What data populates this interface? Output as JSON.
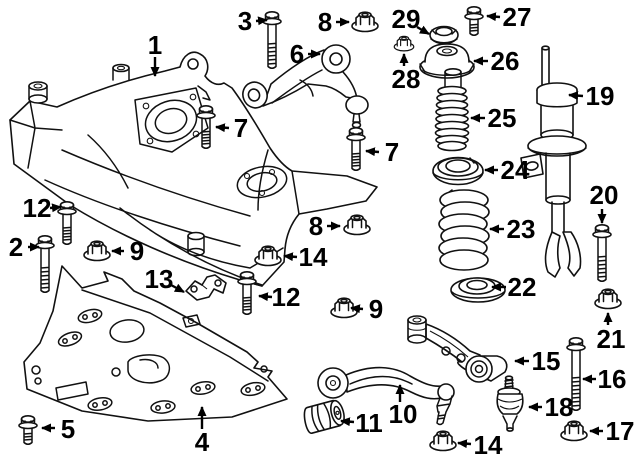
{
  "colors": {
    "background": "#ffffff",
    "line_art": "#111111",
    "label_text": "#000000"
  },
  "diagram": {
    "type": "exploded-parts-diagram",
    "subject": "Automotive front suspension components",
    "callouts": [
      {
        "label": "1",
        "part": "subframe-crossmember"
      },
      {
        "label": "2",
        "part": "bolt"
      },
      {
        "label": "3",
        "part": "bolt"
      },
      {
        "label": "4",
        "part": "skid-plate"
      },
      {
        "label": "5",
        "part": "bolt"
      },
      {
        "label": "6",
        "part": "upper-control-arm"
      },
      {
        "label": "7",
        "part": "bolt"
      },
      {
        "label": "7",
        "part": "bolt"
      },
      {
        "label": "8",
        "part": "flange-nut"
      },
      {
        "label": "8",
        "part": "flange-nut"
      },
      {
        "label": "9",
        "part": "flange-nut"
      },
      {
        "label": "9",
        "part": "flange-nut"
      },
      {
        "label": "10",
        "part": "lower-control-arm"
      },
      {
        "label": "11",
        "part": "bushing"
      },
      {
        "label": "12",
        "part": "bolt"
      },
      {
        "label": "12",
        "part": "bolt"
      },
      {
        "label": "13",
        "part": "bracket"
      },
      {
        "label": "14",
        "part": "flange-nut"
      },
      {
        "label": "14",
        "part": "flange-nut"
      },
      {
        "label": "15",
        "part": "rear-lower-control-arm"
      },
      {
        "label": "16",
        "part": "bolt"
      },
      {
        "label": "17",
        "part": "flange-nut"
      },
      {
        "label": "18",
        "part": "ball-joint"
      },
      {
        "label": "19",
        "part": "strut"
      },
      {
        "label": "20",
        "part": "bolt"
      },
      {
        "label": "21",
        "part": "flange-nut"
      },
      {
        "label": "22",
        "part": "lower-spring-pad"
      },
      {
        "label": "23",
        "part": "coil-spring"
      },
      {
        "label": "24",
        "part": "upper-spring-pad"
      },
      {
        "label": "25",
        "part": "dust-boot"
      },
      {
        "label": "26",
        "part": "strut-mount"
      },
      {
        "label": "27",
        "part": "bolt"
      },
      {
        "label": "28",
        "part": "flange-nut"
      },
      {
        "label": "29",
        "part": "cap"
      }
    ]
  }
}
